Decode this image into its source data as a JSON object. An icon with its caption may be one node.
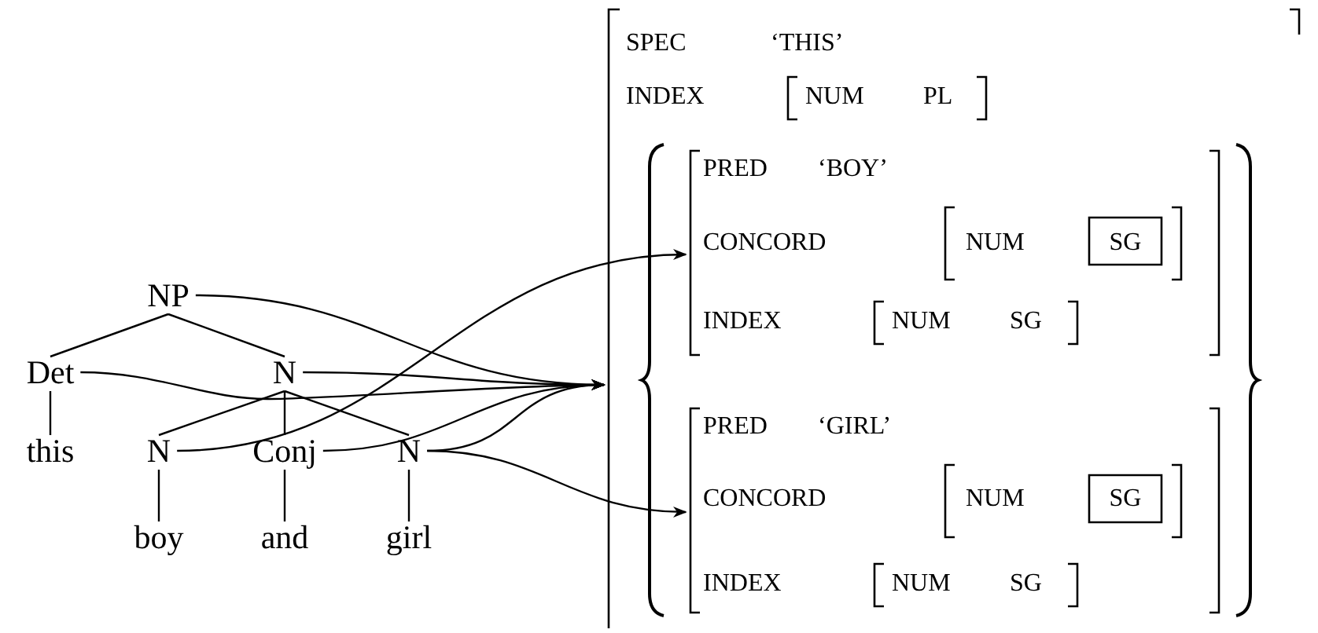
{
  "diagram": {
    "nodes": [
      {
        "text": [
          "NP"
        ]
      },
      {
        "text": [
          "Det"
        ]
      },
      {
        "text": [
          "N"
        ]
      },
      {
        "text": [
          "this"
        ]
      },
      {
        "text": [
          "N"
        ]
      },
      {
        "text": [
          "Conj"
        ]
      },
      {
        "text": [
          "N"
        ]
      },
      {
        "text": [
          "boy"
        ]
      },
      {
        "text": [
          "and"
        ]
      },
      {
        "text": [
          "girl"
        ]
      },
      {
        "text": [
          "SPEC",
          "‘THIS’",
          "INDEX"
        ]
      },
      {
        "text": [
          "NUM",
          "PL"
        ],
        "in": 10
      },
      {
        "text": [],
        "shape": "brace",
        "in": 10
      },
      {
        "text": [
          "PRED",
          "‘BOY’",
          "CONCORD",
          "INDEX"
        ],
        "in": 12
      },
      {
        "text": [
          "NUM"
        ],
        "in": 13
      },
      {
        "text": [
          "SG"
        ],
        "in": 14
      },
      {
        "text": [
          "NUM",
          "SG"
        ],
        "in": 13
      },
      {
        "text": [
          "PRED",
          "‘GIRL’",
          "CONCORD",
          "INDEX"
        ],
        "in": 12
      },
      {
        "text": [
          "NUM"
        ],
        "in": 17
      },
      {
        "text": [
          "SG"
        ],
        "in": 18
      },
      {
        "text": [
          "NUM",
          "SG"
        ],
        "in": 17
      }
    ],
    "edges": [
      {
        "from": 0,
        "to": 1,
        "arrow": "none"
      },
      {
        "from": 0,
        "to": 2,
        "arrow": "none"
      },
      {
        "from": 1,
        "to": 3,
        "arrow": "none"
      },
      {
        "from": 2,
        "to": 4,
        "arrow": "none"
      },
      {
        "from": 2,
        "to": 5,
        "arrow": "none"
      },
      {
        "from": 2,
        "to": 6,
        "arrow": "none"
      },
      {
        "from": 4,
        "to": 7,
        "arrow": "none"
      },
      {
        "from": 5,
        "to": 8,
        "arrow": "none"
      },
      {
        "from": 6,
        "to": 9,
        "arrow": "none"
      },
      {
        "from": 0,
        "to": 10,
        "arrow": "to"
      },
      {
        "from": 1,
        "to": 10,
        "arrow": "to"
      },
      {
        "from": 2,
        "to": 10,
        "arrow": "to"
      },
      {
        "from": 5,
        "to": 10,
        "arrow": "to"
      },
      {
        "from": 6,
        "to": 10,
        "arrow": "to"
      },
      {
        "from": 4,
        "to": 13,
        "arrow": "to"
      },
      {
        "from": 6,
        "to": 17,
        "arrow": "to"
      }
    ]
  }
}
